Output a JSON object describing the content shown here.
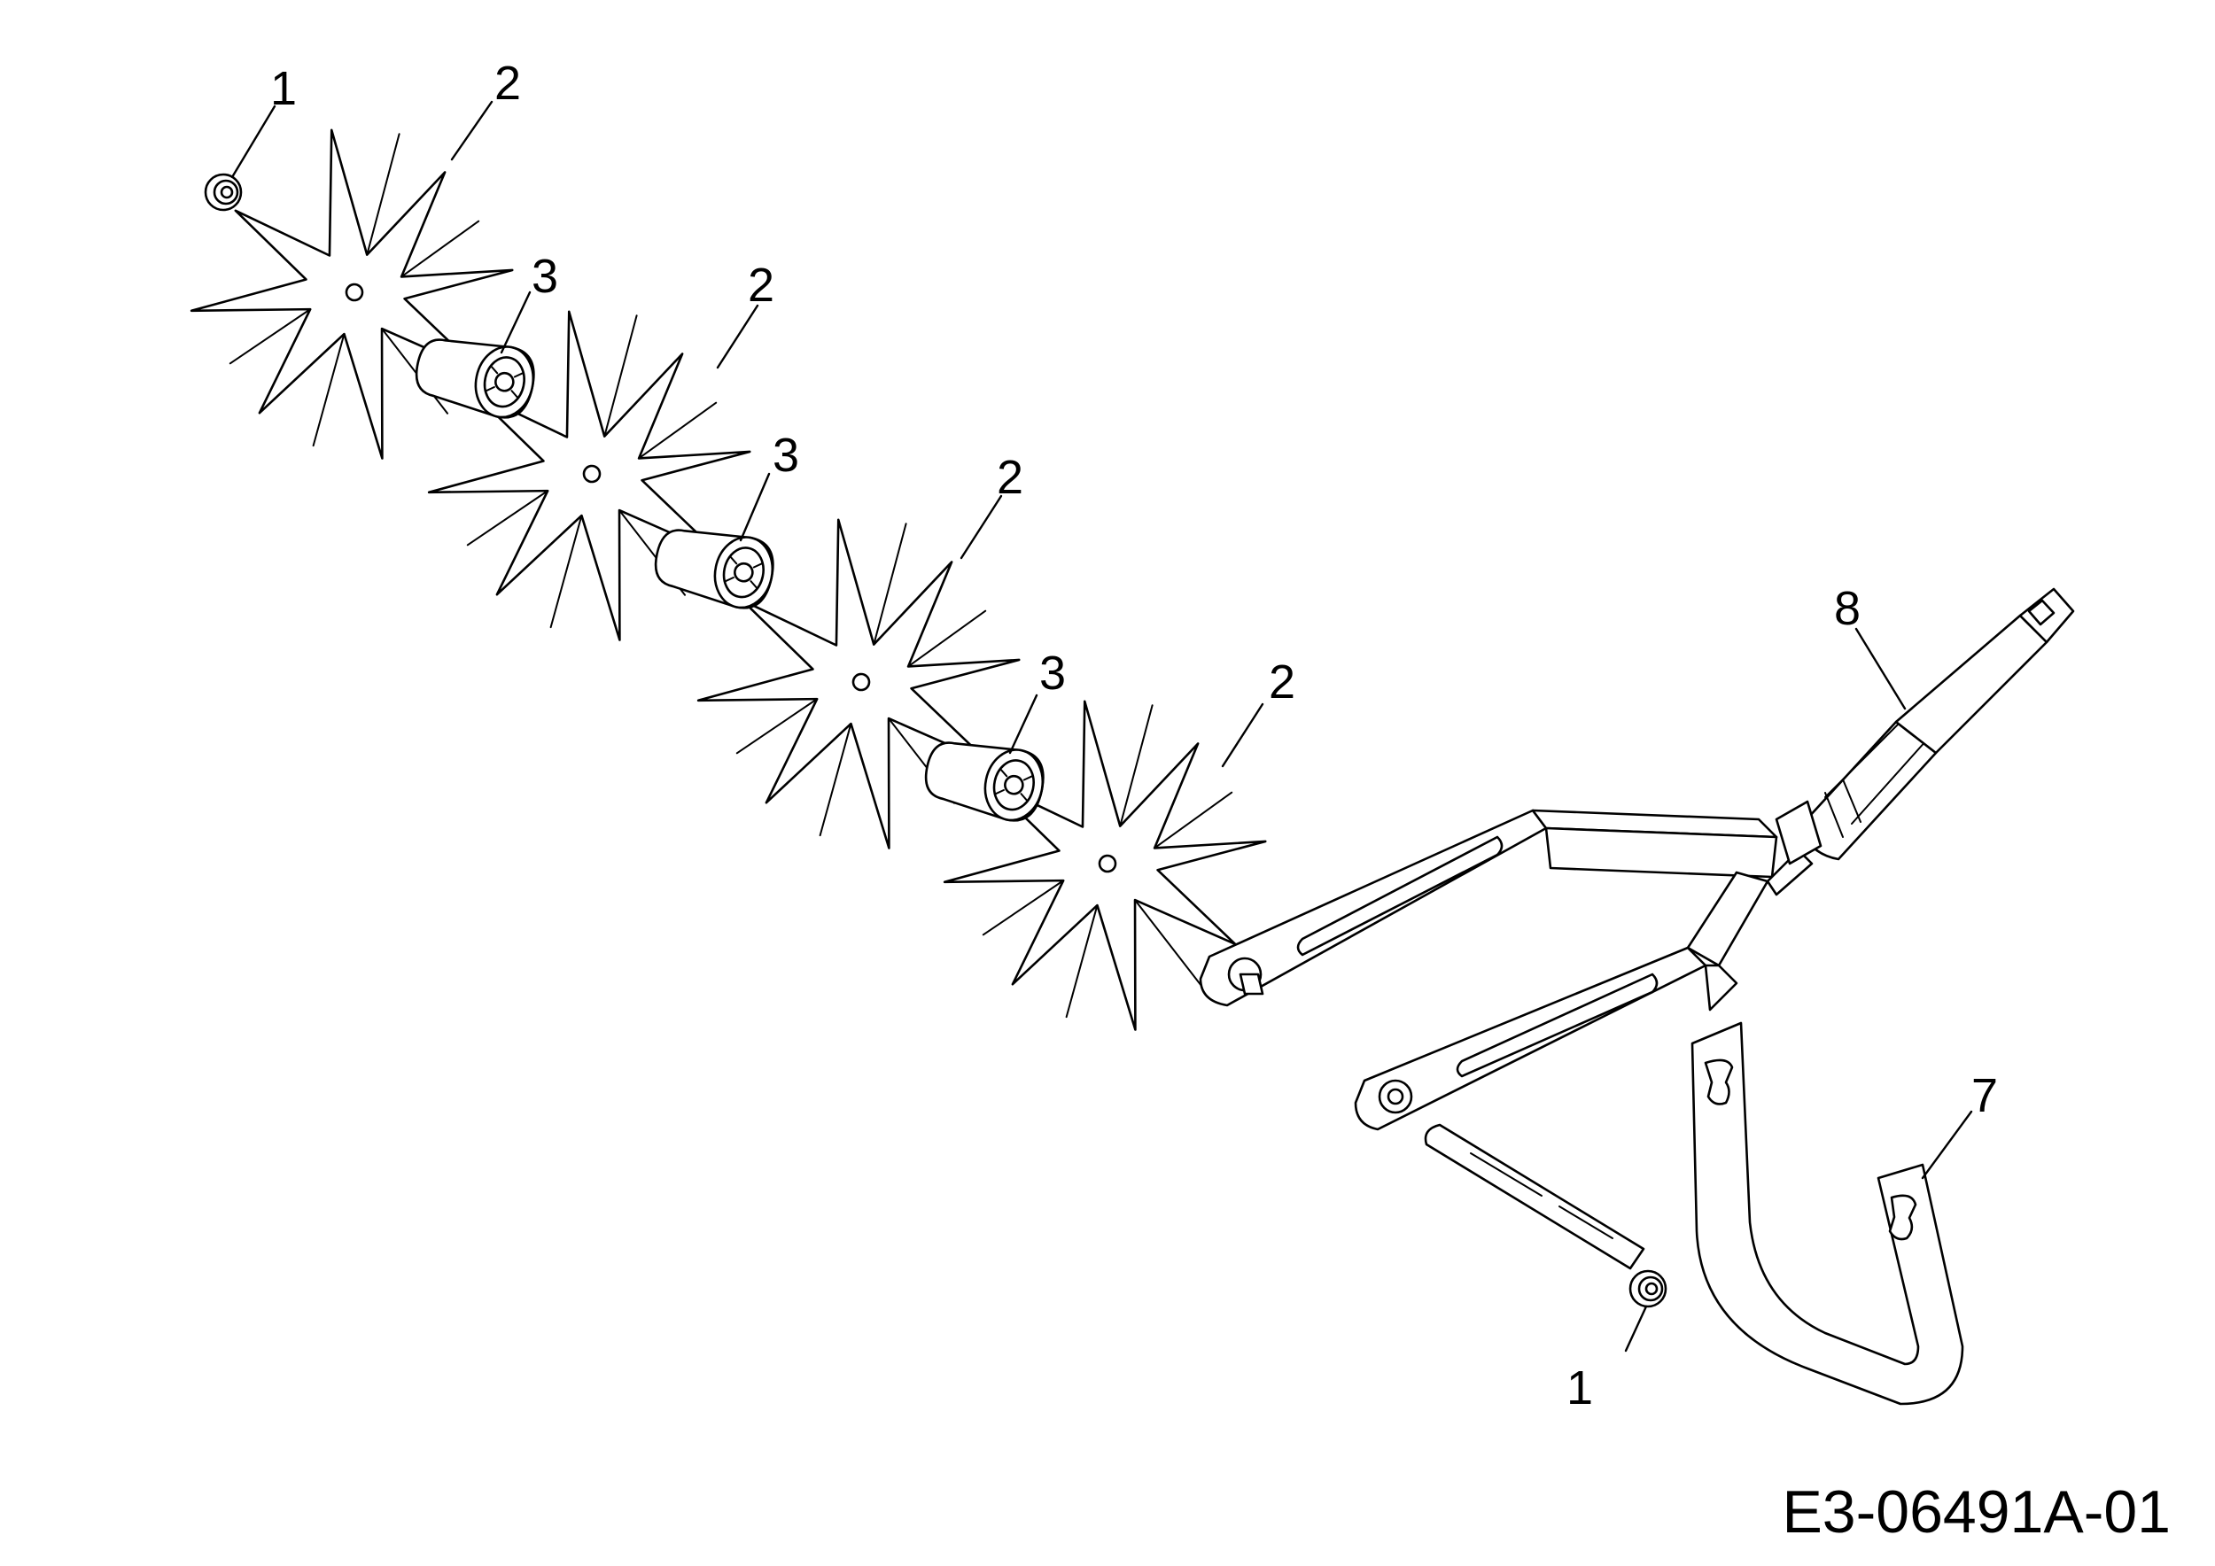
{
  "labels": {
    "nut_top": "1",
    "tine_1": "2",
    "spacer_1": "3",
    "tine_2": "2",
    "spacer_2": "3",
    "tine_3": "2",
    "spacer_3": "3",
    "tine_4": "2",
    "shaft": "8",
    "bracket": "7",
    "nut_bottom": "1"
  },
  "drawing_code": "E3-06491A-01",
  "colors": {
    "line": "#000000",
    "background": "#ffffff"
  }
}
